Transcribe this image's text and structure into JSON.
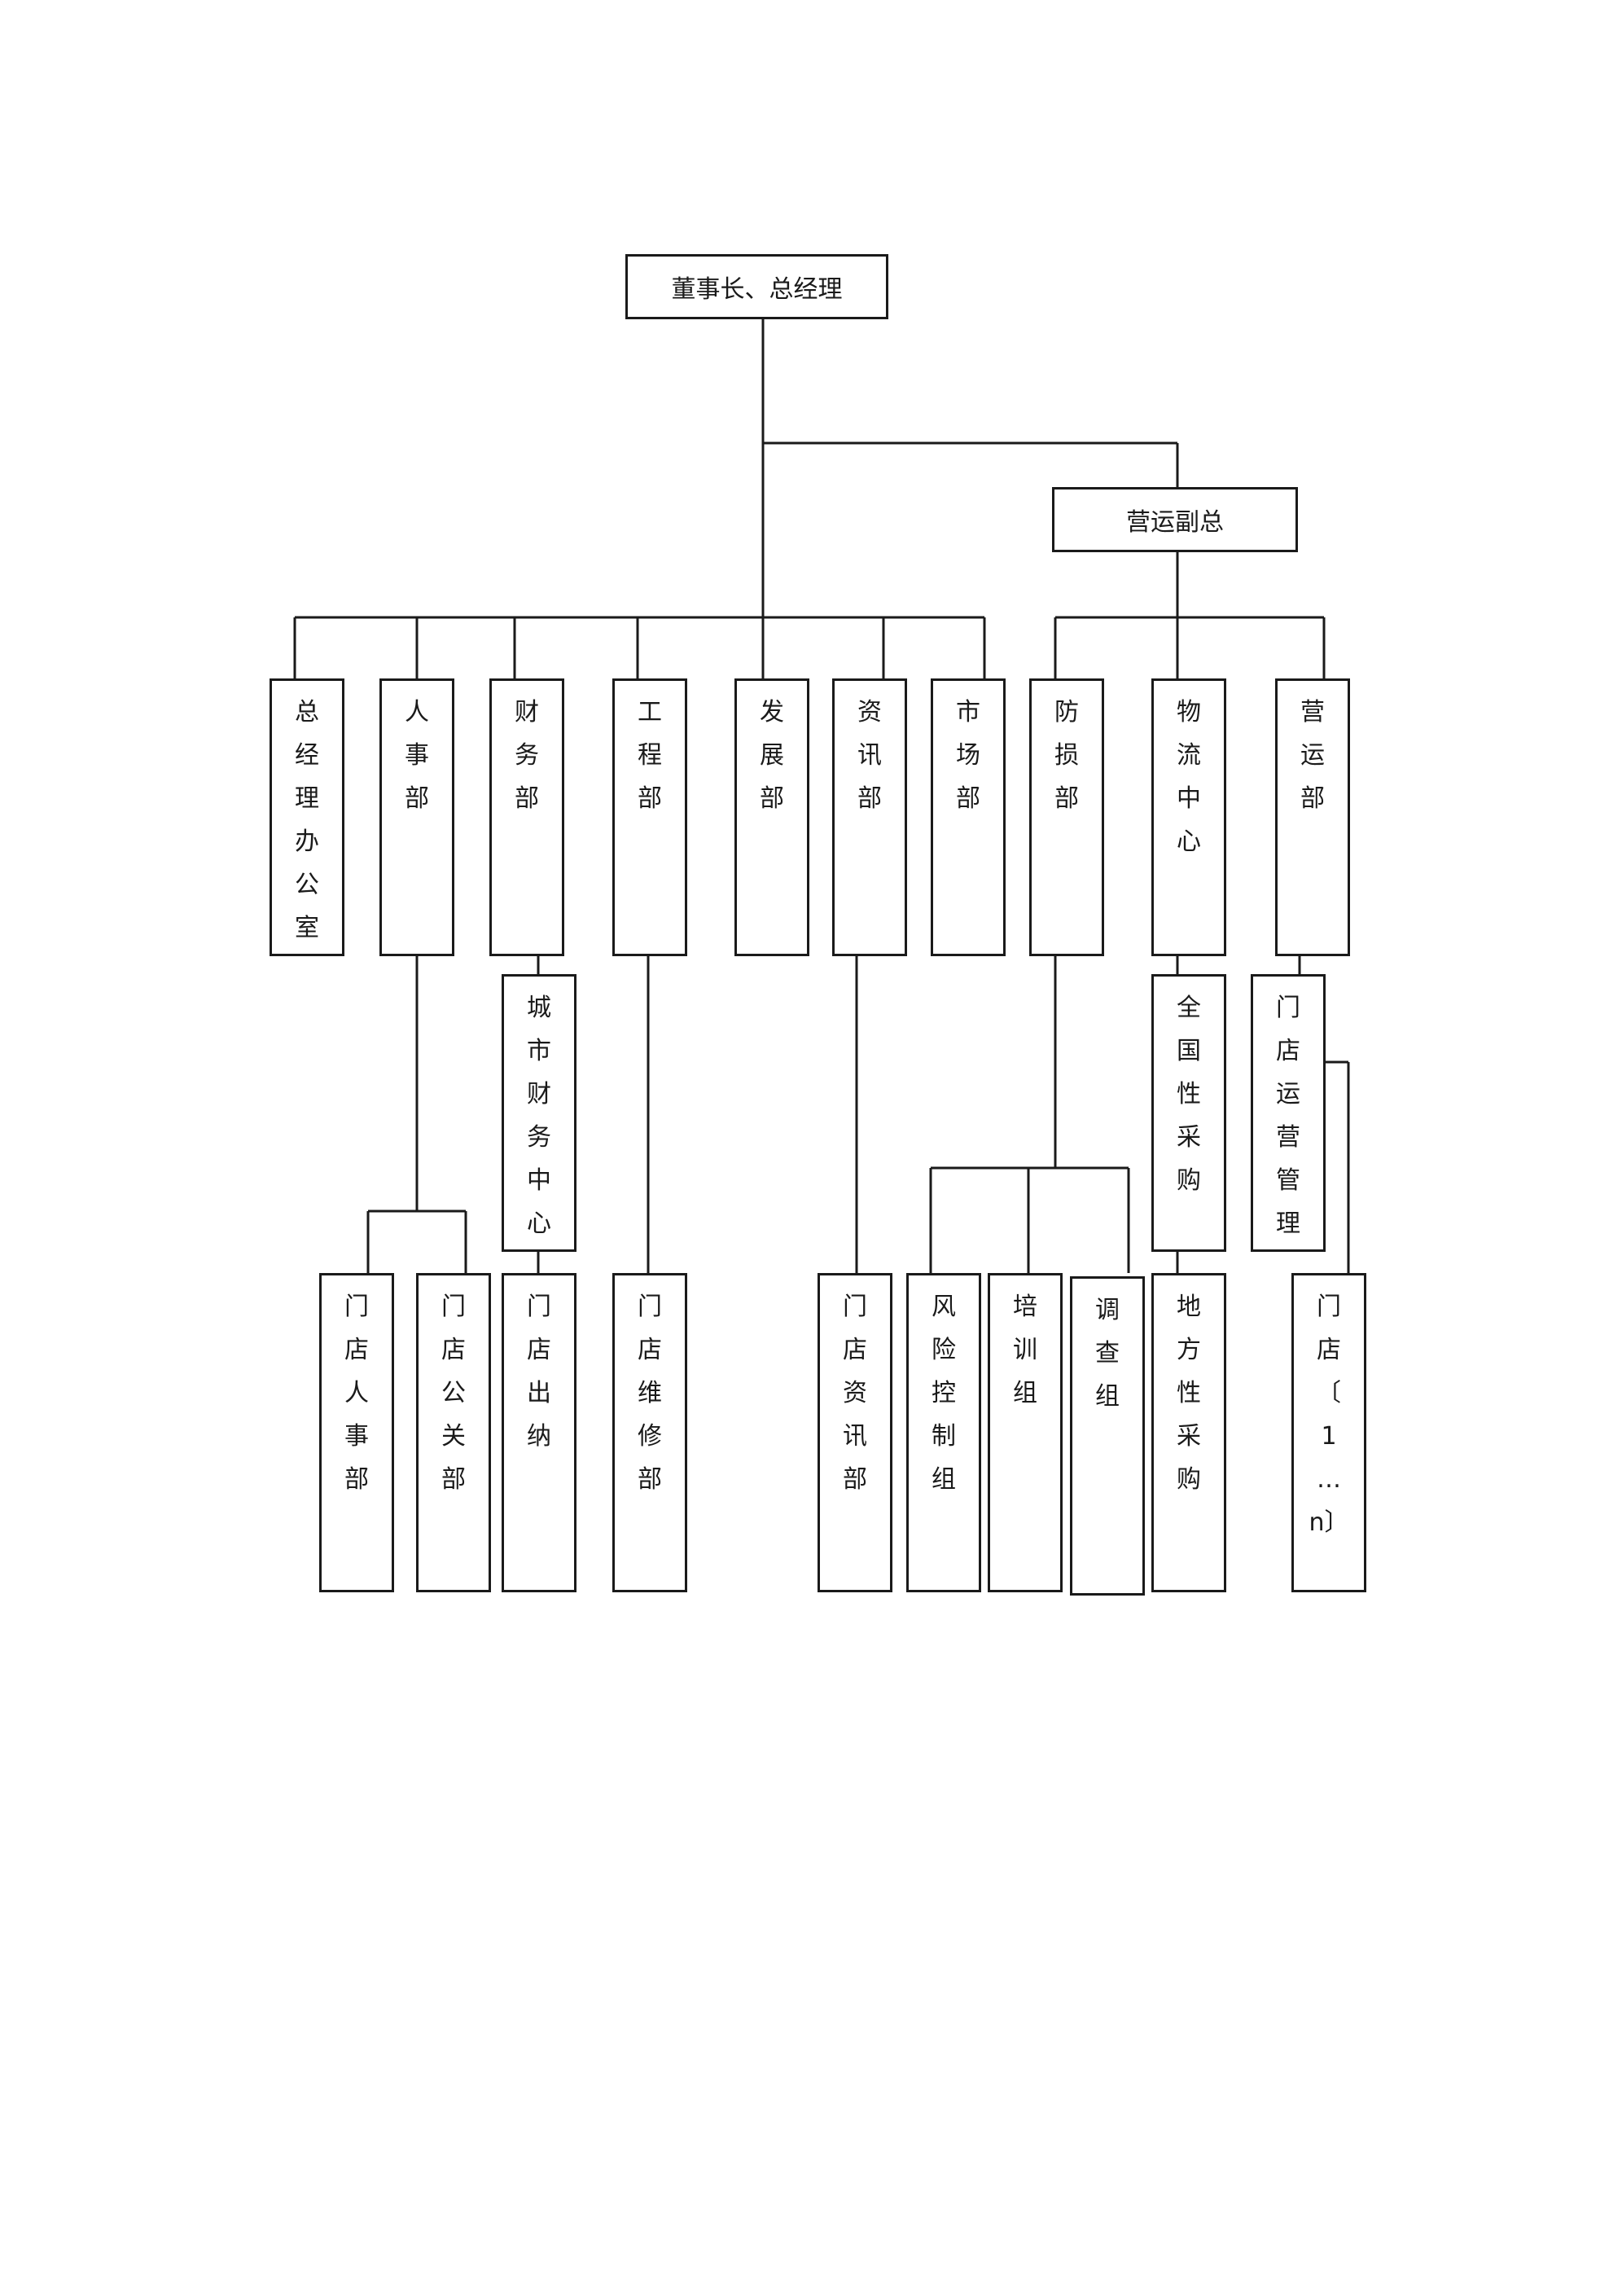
{
  "nodes": {
    "chairman": "董事长、总经理",
    "ops_vp": "营运副总",
    "gm_office": "总\n经\n理\n办\n公\n室",
    "hr": "人\n事\n部",
    "finance": "财\n务\n部",
    "engineering": "工\n程\n部",
    "development": "发\n展\n部",
    "it": "资\n讯\n部",
    "marketing": "市\n场\n部",
    "loss_prevention": "防\n损\n部",
    "logistics": "物\n流\n中\n心",
    "operations": "营\n运\n部",
    "city_finance": "城\n市\n财\n务\n中\n心",
    "national_purchasing": "全\n国\n性\n采\n购",
    "store_ops_mgmt": "门\n店\n运\n营\n管\n理",
    "store_hr": "门\n店\n人\n事\n部",
    "store_pr": "门\n店\n公\n关\n部",
    "store_cashier": "门\n店\n出\n纳",
    "store_maintenance": "门\n店\n维\n修\n部",
    "store_it": "门\n店\n资\n讯\n部",
    "risk_control": "风\n险\n控\n制\n组",
    "training": "培\n训\n组",
    "investigation": "调\n查\n组",
    "local_purchasing": "地\n方\n性\n采\n购",
    "stores": "门\n店\n〔\n1\n…\nn〕"
  }
}
